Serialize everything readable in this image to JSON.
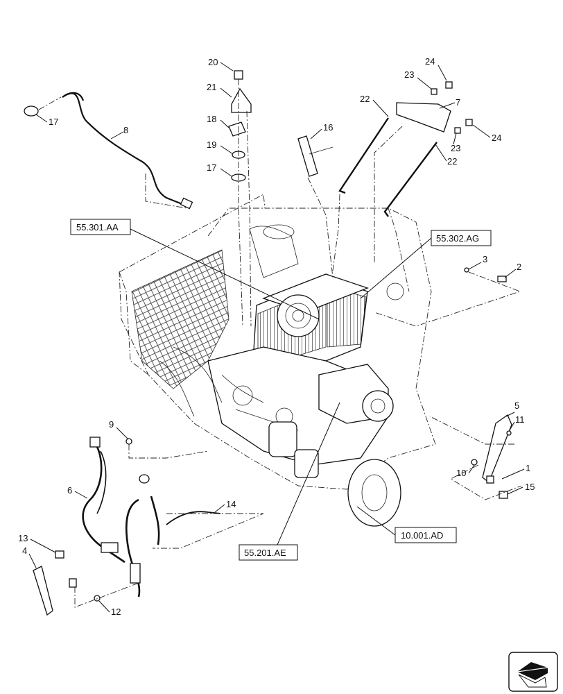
{
  "callouts": {
    "c1": "1",
    "c2": "2",
    "c3": "3",
    "c4": "4",
    "c5": "5",
    "c6": "6",
    "c7": "7",
    "c8": "8",
    "c9": "9",
    "c10": "10",
    "c11": "11",
    "c12": "12",
    "c13": "13",
    "c14": "14",
    "c15": "15",
    "c16": "16",
    "c17a": "17",
    "c17b": "17",
    "c18": "18",
    "c19": "19",
    "c20": "20",
    "c21": "21",
    "c22a": "22",
    "c22b": "22",
    "c23a": "23",
    "c23b": "23",
    "c24a": "24",
    "c24b": "24"
  },
  "references": {
    "r1": "55.301.AA",
    "r2": "55.302.AG",
    "r3": "55.201.AE",
    "r4": "10.001.AD"
  },
  "icons": {
    "orientation": "orientation-arrow-icon"
  }
}
